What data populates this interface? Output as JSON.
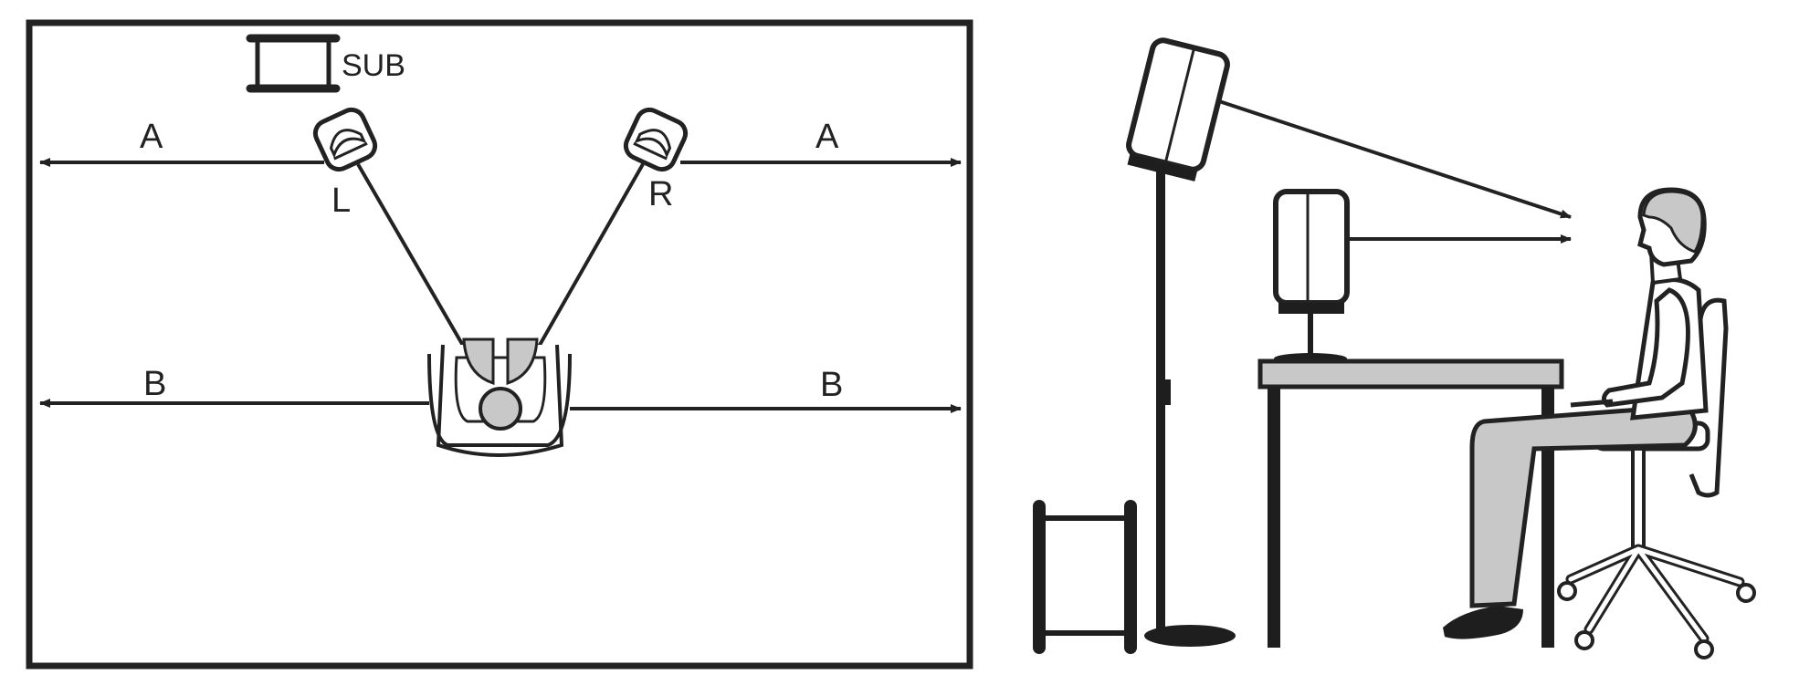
{
  "labels": {
    "sub": "SUB",
    "left_speaker": "L",
    "right_speaker": "R",
    "front_distance_left": "A",
    "front_distance_right": "A",
    "rear_distance_left": "B",
    "rear_distance_right": "B"
  },
  "colors": {
    "stroke": "#222222",
    "fill_gray": "#c8c8c8",
    "dark": "#1e1e1e",
    "background": "#ffffff"
  },
  "icons": {
    "subwoofer": "subwoofer-icon",
    "left_monitor": "monitor-speaker-icon",
    "right_monitor": "monitor-speaker-icon",
    "listener_top": "listener-top-view-icon",
    "stand_speaker": "monitor-speaker-icon",
    "desk_speaker": "monitor-speaker-icon",
    "floor_subwoofer": "subwoofer-icon",
    "person": "seated-person-icon",
    "chair": "office-chair-icon",
    "desk": "desk-icon"
  }
}
